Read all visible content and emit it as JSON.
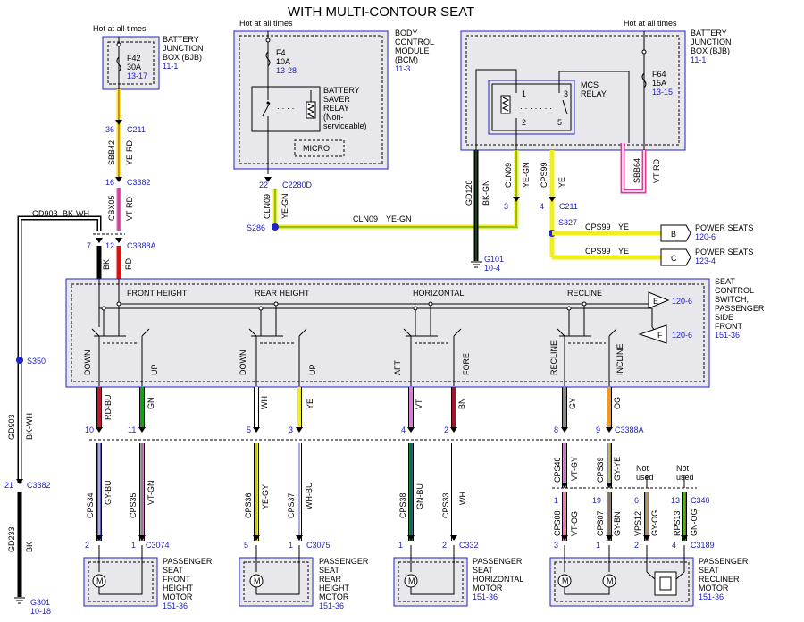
{
  "title": "WITH MULTI-CONTOUR SEAT",
  "hot": "Hot at all times",
  "not_used": [
    "Not",
    "used"
  ],
  "bjb": {
    "lines": [
      "BATTERY",
      "JUNCTION",
      "BOX (BJB)"
    ],
    "ref": "11-1"
  },
  "fuse_f42": {
    "name": "F42",
    "amps": "30A",
    "ref": "13-17"
  },
  "fuse_f4": {
    "name": "F4",
    "amps": "10A",
    "ref": "13-28"
  },
  "fuse_f64": {
    "name": "F64",
    "amps": "15A",
    "ref": "13-15"
  },
  "bcm": {
    "lines": [
      "BODY",
      "CONTROL",
      "MODULE",
      "(BCM)"
    ],
    "ref": "11-3"
  },
  "saver_relay": [
    "BATTERY",
    "SAVER",
    "RELAY",
    "(Non-",
    "serviceable)"
  ],
  "micro": "MICRO",
  "mcs_relay": [
    "MCS",
    "RELAY"
  ],
  "relay_pins": [
    "1",
    "2",
    "3",
    "5"
  ],
  "connectors": {
    "p36": "36",
    "c211": "C211",
    "p16": "16",
    "c3382": "C3382",
    "p7": "7",
    "p12": "12",
    "c3388a": "C3388A",
    "p22": "22",
    "c2280d": "C2280D",
    "p3": "3",
    "p4": "4",
    "p21": "21",
    "p10": "10",
    "p11": "11",
    "p5": "5",
    "p3b": "3",
    "p4b": "4",
    "p2b": "2",
    "p8": "8",
    "p9": "9",
    "p1a": "1",
    "p19": "19",
    "p6": "6",
    "p13": "13",
    "c340": "C340",
    "p2c": "2",
    "p1c": "1",
    "c3074": "C3074",
    "p5c": "5",
    "p1d": "1",
    "c3075": "C3075",
    "p1e": "1",
    "p2e": "2",
    "c332": "C332",
    "p3e": "3",
    "p1f": "1",
    "p2f": "2",
    "p4f": "4",
    "c3189": "C3189"
  },
  "splices": {
    "s286": "S286",
    "s327": "S327",
    "s350": "S350"
  },
  "grounds": {
    "g101": "G101",
    "g101_ref": "10-4",
    "g301": "G301",
    "g301_ref": "10-18"
  },
  "wires": {
    "sbb42": "SBB42",
    "ye_rd": "YE-RD",
    "cbx05": "CBX05",
    "vt_rd": "VT-RD",
    "gd903": "GD903",
    "bk_wh": "BK-WH",
    "bk": "BK",
    "rd": "RD",
    "cln09": "CLN09",
    "ye_gn": "YE-GN",
    "gd120": "GD120",
    "bk_gn": "BK-GN",
    "cps99": "CPS99",
    "ye": "YE",
    "sbb64": "SBB64",
    "gd233": "GD233",
    "rd_bu": "RD-BU",
    "gn": "GN",
    "wh": "WH",
    "vt": "VT",
    "bn": "BN",
    "gy": "GY",
    "og": "OG",
    "cps34": "CPS34",
    "gy_bu": "GY-BU",
    "cps35": "CPS35",
    "vt_gn": "VT-GN",
    "cps36": "CPS36",
    "ye_gy": "YE-GY",
    "cps37": "CPS37",
    "wh_bu": "WH-BU",
    "cps38": "CPS38",
    "gn_bu": "GN-BU",
    "cps33": "CPS33",
    "cps40": "CPS40",
    "vt_gy": "VT-GY",
    "cps39": "CPS39",
    "gy_ye": "GY-YE",
    "cps08": "CPS08",
    "vt_og": "VT-OG",
    "cps07": "CPS07",
    "gy_bn": "GY-BN",
    "vps12": "VPS12",
    "gy_og": "GY-OG",
    "rps13": "RPS13",
    "gn_og": "GN-OG"
  },
  "power_seats": [
    {
      "letter": "B",
      "label": "POWER SEATS",
      "ref": "120-6"
    },
    {
      "letter": "C",
      "label": "POWER SEATS",
      "ref": "123-4"
    }
  ],
  "switch": {
    "lines": [
      "SEAT",
      "CONTROL",
      "SWITCH,",
      "PASSENGER",
      "SIDE",
      "FRONT"
    ],
    "ref": "151-36",
    "sections": [
      "FRONT HEIGHT",
      "REAR HEIGHT",
      "HORIZONTAL",
      "RECLINE"
    ],
    "dirs": [
      "DOWN",
      "UP",
      "DOWN",
      "UP",
      "AFT",
      "FORE",
      "RECLINE",
      "INCLINE"
    ],
    "out_e": {
      "letter": "E",
      "ref": "120-6"
    },
    "out_f": {
      "letter": "F",
      "ref": "120-6"
    }
  },
  "motor_letter": "M",
  "motors": [
    {
      "lines": [
        "PASSENGER",
        "SEAT",
        "FRONT",
        "HEIGHT",
        "MOTOR"
      ],
      "ref": "151-36"
    },
    {
      "lines": [
        "PASSENGER",
        "SEAT",
        "REAR",
        "HEIGHT",
        "MOTOR"
      ],
      "ref": "151-36"
    },
    {
      "lines": [
        "PASSENGER",
        "SEAT",
        "HORIZONTAL",
        "MOTOR"
      ],
      "ref": "151-36"
    },
    {
      "lines": [
        "PASSENGER",
        "SEAT",
        "RECLINER",
        "MOTOR"
      ],
      "ref": "151-36"
    }
  ],
  "colors": {
    "line_blue": "#1f22c8",
    "box_fill": "#e8e8ec",
    "yellow": "#f2ee1c"
  }
}
